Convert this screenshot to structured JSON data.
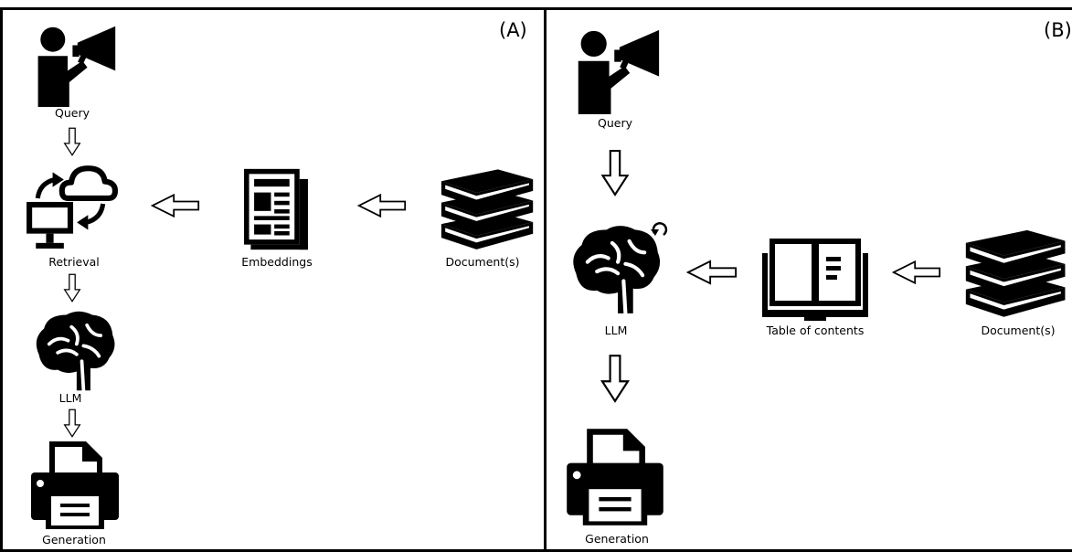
{
  "panel_a": {
    "label": "(A)",
    "nodes": {
      "query": "Query",
      "retrieval": "Retrieval",
      "embeddings": "Embeddings",
      "documents": "Document(s)",
      "llm": "LLM",
      "generation": "Generation"
    }
  },
  "panel_b": {
    "label": "(B)",
    "nodes": {
      "query": "Query",
      "llm": "LLM",
      "table_of_contents": "Table of contents",
      "documents": "Document(s)",
      "generation": "Generation"
    }
  },
  "icons": {
    "query": "megaphone-person-icon",
    "retrieval": "cloud-computer-sync-icon",
    "embeddings": "newspaper-icon",
    "documents": "book-stack-icon",
    "llm": "brain-icon",
    "table_of_contents": "open-book-icon",
    "generation": "printer-icon"
  },
  "colors": {
    "ink": "#000000",
    "background": "#ffffff"
  }
}
